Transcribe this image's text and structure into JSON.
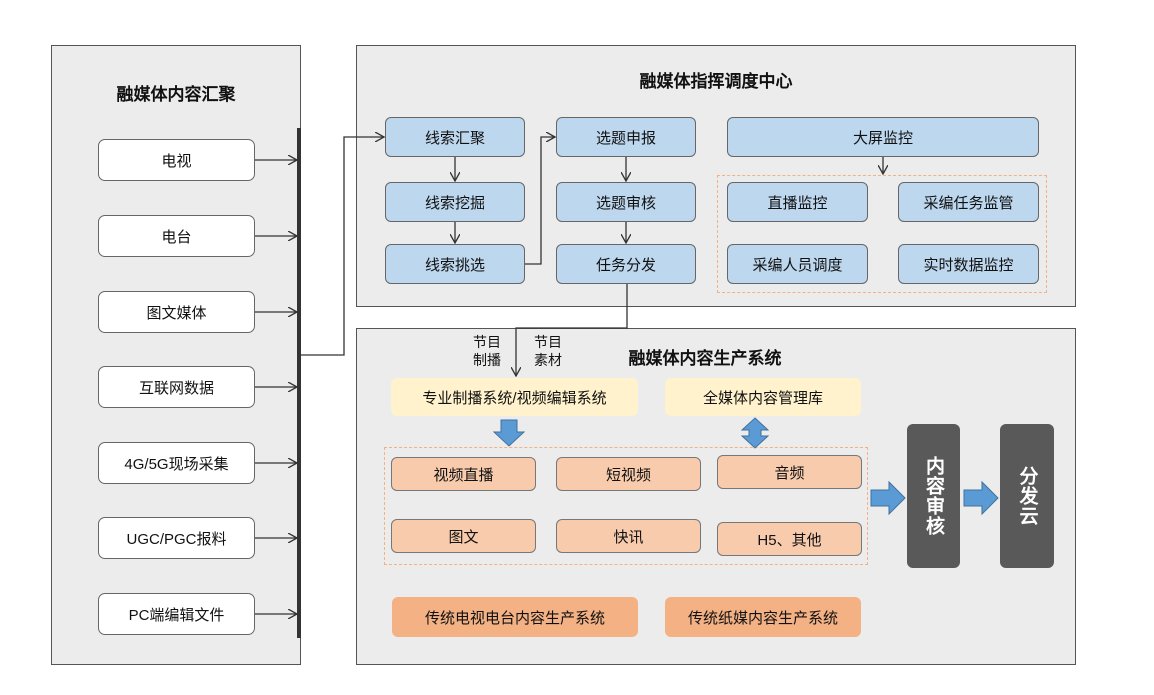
{
  "left_panel": {
    "title": "融媒体内容汇聚",
    "sources": [
      "电视",
      "电台",
      "图文媒体",
      "互联网数据",
      "4G/5G现场采集",
      "UGC/PGC报料",
      "PC端编辑文件"
    ]
  },
  "command_center": {
    "title": "融媒体指挥调度中心",
    "clue_flow": [
      "线索汇聚",
      "线索挖掘",
      "线索挑选"
    ],
    "topic_flow": [
      "选题申报",
      "选题审核",
      "任务分发"
    ],
    "big_screen": "大屏监控",
    "monitors": [
      "直播监控",
      "采编任务监管",
      "采编人员调度",
      "实时数据监控"
    ]
  },
  "production_system": {
    "title": "融媒体内容生产系统",
    "edit_system": "专业制播系统/视频编辑系统",
    "content_library": "全媒体内容管理库",
    "content_types": [
      "视频直播",
      "短视频",
      "音频",
      "图文",
      "快讯",
      "H5、其他"
    ],
    "legacy_tv": "传统电视电台内容生产系统",
    "legacy_print": "传统纸媒内容生产系统",
    "review": "内容审核",
    "distribution": "分发云"
  },
  "flow_labels": {
    "program_production": "节目\n制播",
    "program_material": "节目\n素材"
  },
  "colors": {
    "panel_bg": "#ececec",
    "blue_box": "#bdd7ee",
    "yellow_box": "#fff2cc",
    "orange_box": "#f8cbad",
    "orange_dark": "#f4b183",
    "dark_box": "#595959",
    "arrow_blue": "#5b9bd5"
  }
}
